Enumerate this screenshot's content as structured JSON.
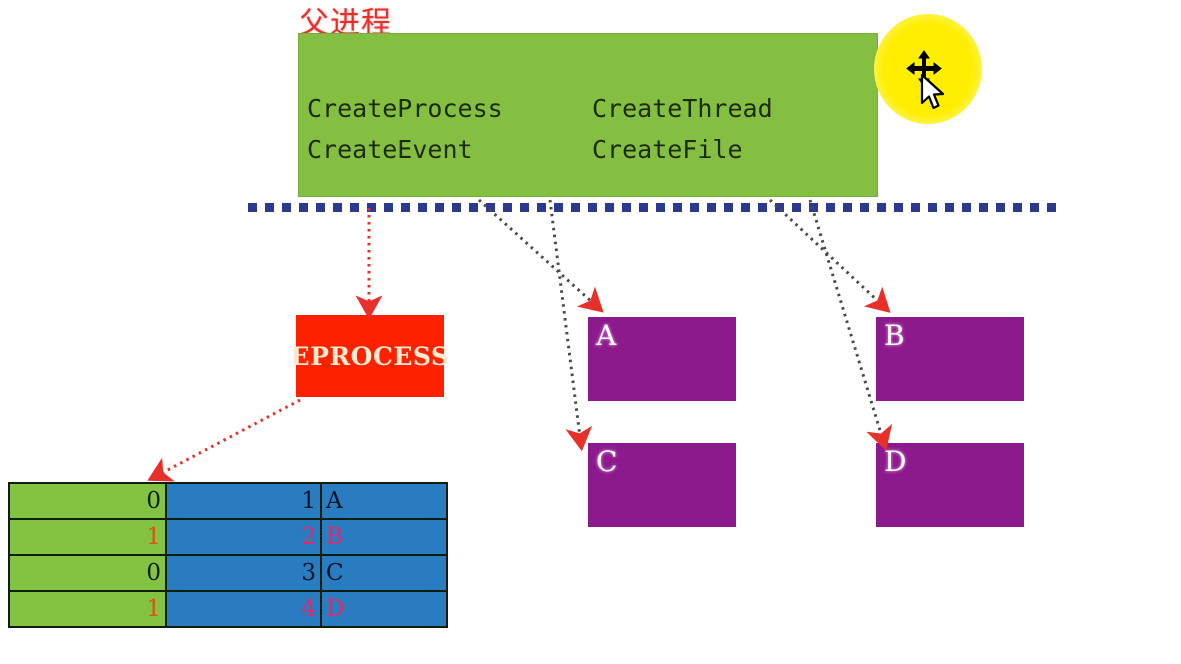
{
  "diagram": {
    "parent_process_label": "父进程",
    "boundary_name": "user-kernel-boundary"
  },
  "green_box": {
    "name": "parent-process-api-box",
    "color": "#84bf41",
    "columns": [
      {
        "lines": [
          "CreateProcess",
          "CreateEvent"
        ]
      },
      {
        "lines": [
          "CreateThread",
          "CreateFile"
        ]
      }
    ],
    "left_line_1": "CreateProcess",
    "left_line_2": "CreateEvent",
    "right_line_1": "CreateThread",
    "right_line_2": "CreateFile"
  },
  "kernel_objects": {
    "eprocess": {
      "label": "EPROCESS",
      "color": "#fc2200"
    },
    "purple_color": "#8d1a8d",
    "boxes": [
      {
        "label": "A"
      },
      {
        "label": "B"
      },
      {
        "label": "C"
      },
      {
        "label": "D"
      }
    ]
  },
  "handle_table": {
    "name": "handle-table",
    "flag_color": "#84c341",
    "entry_color": "#2a7cc0",
    "rows": [
      {
        "flag": "0",
        "index": "1",
        "object": "A",
        "highlight": false
      },
      {
        "flag": "1",
        "index": "2",
        "object": "B",
        "highlight": true
      },
      {
        "flag": "0",
        "index": "3",
        "object": "C",
        "highlight": false
      },
      {
        "flag": "1",
        "index": "4",
        "object": "D",
        "highlight": true
      }
    ]
  },
  "cursor": {
    "highlight_color": "#ffee00",
    "move_icon": "move-cursor-icon",
    "pointer_icon": "arrow-pointer-icon"
  },
  "arrows": {
    "color": "#e8302a",
    "items": [
      {
        "name": "arrow-createprocess-to-eprocess"
      },
      {
        "name": "arrow-createevent-to-c"
      },
      {
        "name": "arrow-createthread-to-a"
      },
      {
        "name": "arrow-createfile-to-b"
      },
      {
        "name": "arrow-createfile-to-d"
      },
      {
        "name": "arrow-eprocess-to-handle-table"
      }
    ]
  }
}
